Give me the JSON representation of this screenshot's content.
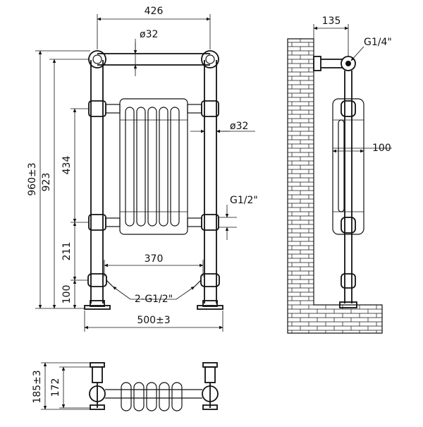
{
  "front_view": {
    "top_width": "426",
    "top_rail_diameter": "ø32",
    "riser_diameter": "ø32",
    "overall_height": "960±3",
    "rail_height": "923",
    "panel_height": "434",
    "lower_height": "211",
    "foot_height": "100",
    "valve_spacing": "370",
    "valve_connection": "2-G1/2\"",
    "side_connection": "G1/2\"",
    "overall_width": "500±3"
  },
  "side_view": {
    "wall_offset": "135",
    "vent_connection": "G1/4\"",
    "depth": "100"
  },
  "bottom_view": {
    "overall_depth": "185±3",
    "inner_depth": "172"
  }
}
